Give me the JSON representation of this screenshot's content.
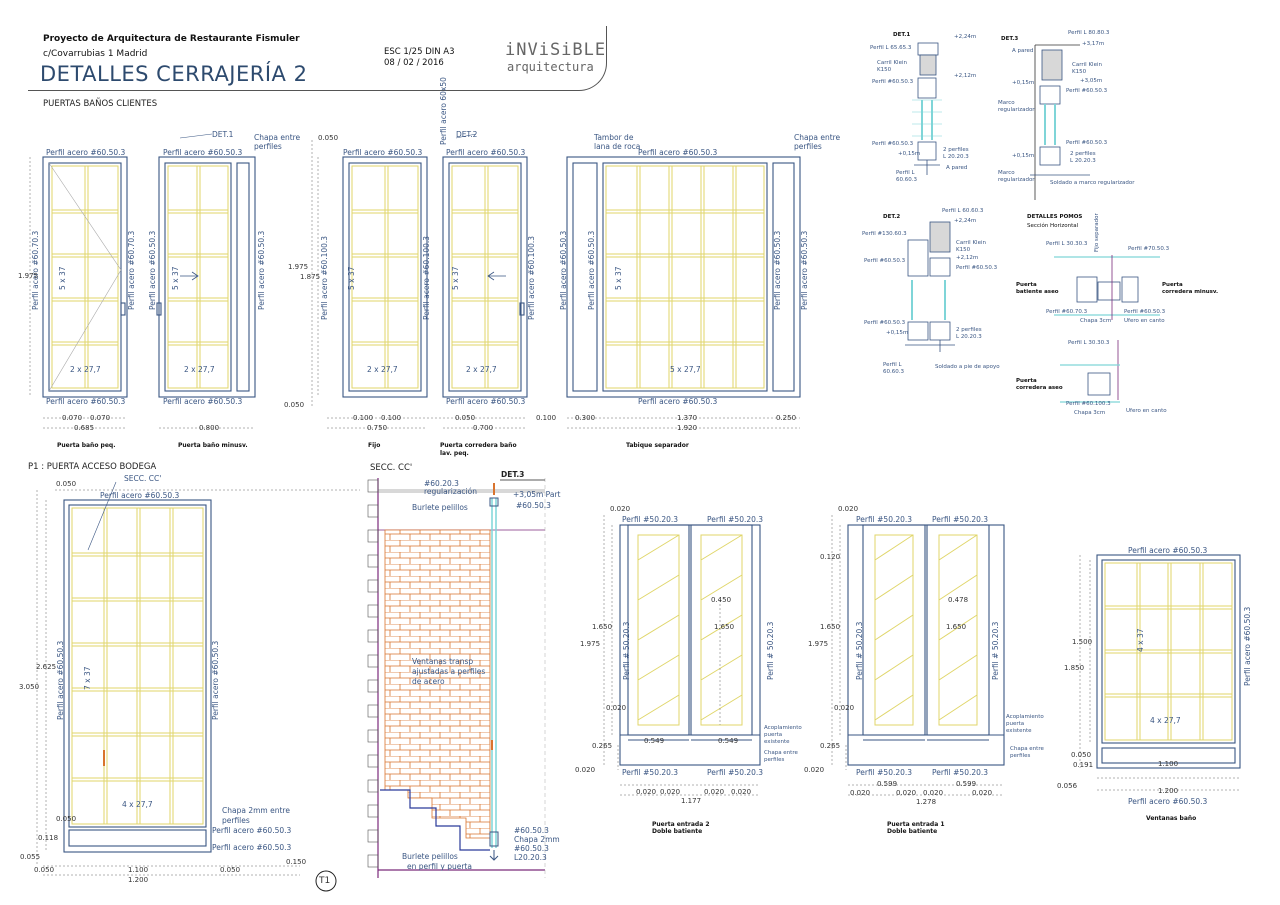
{
  "header": {
    "project": "Proyecto de Arquitectura de Restaurante Fismuler",
    "address": "c/Covarrubias 1 Madrid",
    "title": "DETALLES CERRAJERÍA 2",
    "scale": "ESC 1/25 DIN A3",
    "date": "08 / 02 / 2016",
    "logo_top": "iNViSiBLE",
    "logo_bottom": "arquitectura"
  },
  "sections": {
    "top": "PUERTAS BAÑOS CLIENTES",
    "bottom_left": "P1 : PUERTA ACCESO BODEGA",
    "section_cc": "SECC. CC'",
    "det3": "DET.3"
  },
  "captions": {
    "door1": "Puerta baño peq.",
    "door2": "Puerta baño minusv.",
    "door3": "Fijo",
    "door4_a": "Puerta corredera baño",
    "door4_b": "lav. peq.",
    "door5": "Tabique separador",
    "entrance2_a": "Puerta entrada 2",
    "entrance2_b": "Doble batiente",
    "entrance1_a": "Puerta entrada 1",
    "entrance1_b": "Doble batiente",
    "window": "Ventanas baño",
    "t1": "T1"
  },
  "labels": {
    "perfil_60503": "Perfil acero #60.50.3",
    "perfil_60503_v": "Perfil acero #60.50.3",
    "perfil_60703_v": "Perfil acero #60.70.3",
    "perfil_601003_v": "Perfil acero #60.100.3",
    "perfil_60x50": "Perfil acero 60x50",
    "perfil_50203": "Perfil #50.20.3",
    "perfil_50203_v": "Perfil # 50.20.3",
    "det1": "DET.1",
    "det2": "DET.2",
    "chapa_entre": "Chapa entre",
    "perfiles": "perfiles",
    "tambor": "Tambor de",
    "lana": "lana de roca",
    "grid_5x37": "5 x 37",
    "grid_2x277": "2 x 27,7",
    "grid_5x277": "5 x 27,7",
    "grid_7x37": "7 x 37",
    "grid_4x277": "4 x 27,7",
    "grid_4x37": "4 x 37",
    "secc_cc": "SECC. CC'",
    "chapa_2mm": "Chapa 2mm entre",
    "ventanas_a": "Ventanas transp",
    "ventanas_b": "ajustadas a perfiles",
    "ventanas_c": "de acero",
    "p20203": "#60.20.3",
    "regularizacion": "regularización",
    "burlete": "Burlete pelillos",
    "burlete_b": "Burlete pelillos",
    "burlete_c": "en perfil y puerta",
    "cota305": "+3,05m Part",
    "p60503": "#60.50.3",
    "chapa2mm_short": "Chapa 2mm",
    "l20203": "L20.20.3",
    "acoplamiento_a": "Acoplamiento",
    "acoplamiento_b": "puerta",
    "acoplamiento_c": "existente",
    "det_pomos": "DETALLES POMOS",
    "seccion_h": "Sección Horizontal",
    "fijo_sep": "Fijo separador",
    "puerta_bat": "Puerta",
    "bat_aseo": "batiente aseo",
    "puerta_corr": "Puerta",
    "corr_minusv": "corredera minusv.",
    "puerta_corr2": "Puerta",
    "corr_aseo": "corredera aseo",
    "chapa3": "Chapa 3cm",
    "ufero": "Ufero en canto",
    "ufero2": "Ufero en canto",
    "chapa3b": "Chapa 3cm",
    "pL30303": "Perfil L 30.30.3",
    "p70503": "Perfil #70.50.3",
    "p60703": "Perfil #60.70.3",
    "p60503b": "Perfil #60.50.3",
    "pL3030b": "Perfil L 30.30.3",
    "p601003b": "Perfil #60.100.3",
    "d1_title": "DET.1",
    "d1_pL65": "Perfil L 65.65.3",
    "d1_carril": "Carril Klein",
    "d1_k150": "K150",
    "d1_p60503": "Perfil #60.50.3",
    "d1_224": "+2,24m",
    "d1_212": "+2,12m",
    "d1_p60503b": "Perfil #60.50.3",
    "d1_015": "+0,15m",
    "d1_2perf": "2 perfiles",
    "d1_l20": "L 20.20.3",
    "d1_pL": "Perfil L",
    "d1_60603": "60.60.3",
    "d1_apared": "A pared",
    "d3_title": "DET.3",
    "d3_pL": "Perfil L 80.80.3",
    "d3_apared": "A pared",
    "d3_317": "+3,17m",
    "d3_carril": "Carril Klein",
    "d3_k150": "K150",
    "d3_305": "+3,05m",
    "d3_015": "+0,15m",
    "d3_p60503": "Perfil #60.50.3",
    "d3_marco": "Marco",
    "d3_reg": "regularizador",
    "d3_p60503b": "Perfil #60.50.3",
    "d3_2perf": "2 perfiles",
    "d3_l20": "L 20.20.3",
    "d3_015b": "+0,15m",
    "d3_marco2": "Marco",
    "d3_reg2": "regularizador",
    "d3_soldado": "Soldado a marco regularizador",
    "d2_title": "DET.2",
    "d2_pL": "Perfil L 60.60.3",
    "d2_224": "+2,24m",
    "d2_p130": "Perfil #130.60.3",
    "d2_carril": "Carril Klein",
    "d2_k150": "K150",
    "d2_p60": "Perfil #60.50.3",
    "d2_212": "+2,12m",
    "d2_p60b": "Perfil #60.50.3",
    "d2_p60c": "Perfil #60.50.3",
    "d2_015": "+0,15m",
    "d2_2perf": "2 perfiles",
    "d2_l20": "L 20.20.3",
    "d2_pL2": "Perfil L",
    "d2_6063": "60.60.3",
    "d2_soldado": "Soldado a pie de apoyo"
  },
  "dims": {
    "d_1975": "1.975",
    "d_1975b": "1.975",
    "d_1875": "1.875",
    "d_0050a": "0.050",
    "d_0050b": "0.050",
    "d_0070a": "0.070",
    "d_0070b": "0.070",
    "d_0685": "0.685",
    "d_0800": "0.800",
    "d_0100a": "0.100",
    "d_0100b": "0.100",
    "d_0750": "0.750",
    "d_0050c": "0.050",
    "d_0700": "0.700",
    "d_0100c": "0.100",
    "d_0300": "0.300",
    "d_1370": "1.370",
    "d_0250": "0.250",
    "d_1920": "1.920",
    "b_0050": "0.050",
    "b_3050": "3.050",
    "b_2625": "2.625",
    "b_0050b": "0.050",
    "b_0118": "0.118",
    "b_0055": "0.055",
    "b_0050c": "0.050",
    "b_1100": "1.100",
    "b_0050d": "0.050",
    "b_1200": "1.200",
    "b_0150": "0.150",
    "e_0020": "0.020",
    "e_1650": "1.650",
    "e_1975": "1.975",
    "e_0020b": "0.020",
    "e_0265": "0.265",
    "e_0020c": "0.020",
    "e_0549a": "0.549",
    "e_0549b": "0.549",
    "e_0450": "0.450",
    "e_1650b": "1.650",
    "e_0020d": "0.020",
    "e_0020e": "0.020",
    "e_0020f": "0.020",
    "e_0020g": "0.020",
    "e_1177": "1.177",
    "f_0020": "0.020",
    "f_0120": "0.120",
    "f_1650": "1.650",
    "f_1975": "1.975",
    "f_0020b": "0.020",
    "f_0265": "0.265",
    "f_0020c": "0.020",
    "f_0599a": "0.599",
    "f_0599b": "0.599",
    "f_0478": "0.478",
    "f_1650b": "1.650",
    "f_0020d": "0.020",
    "f_0020e": "0.020",
    "f_0020f": "0.020",
    "f_0020g": "0.020",
    "f_1278": "1.278",
    "w_1500": "1.500",
    "w_1850": "1.850",
    "w_0050": "0.050",
    "w_0191": "0.191",
    "w_0056": "0.056",
    "w_1100": "1.100",
    "w_1200": "1.200"
  },
  "colors": {
    "profile": "#3a5683",
    "glass": "#e9e37a",
    "brick": "#d9742e",
    "wall": "#7b2a7b",
    "cyan": "#7fd5d8"
  }
}
